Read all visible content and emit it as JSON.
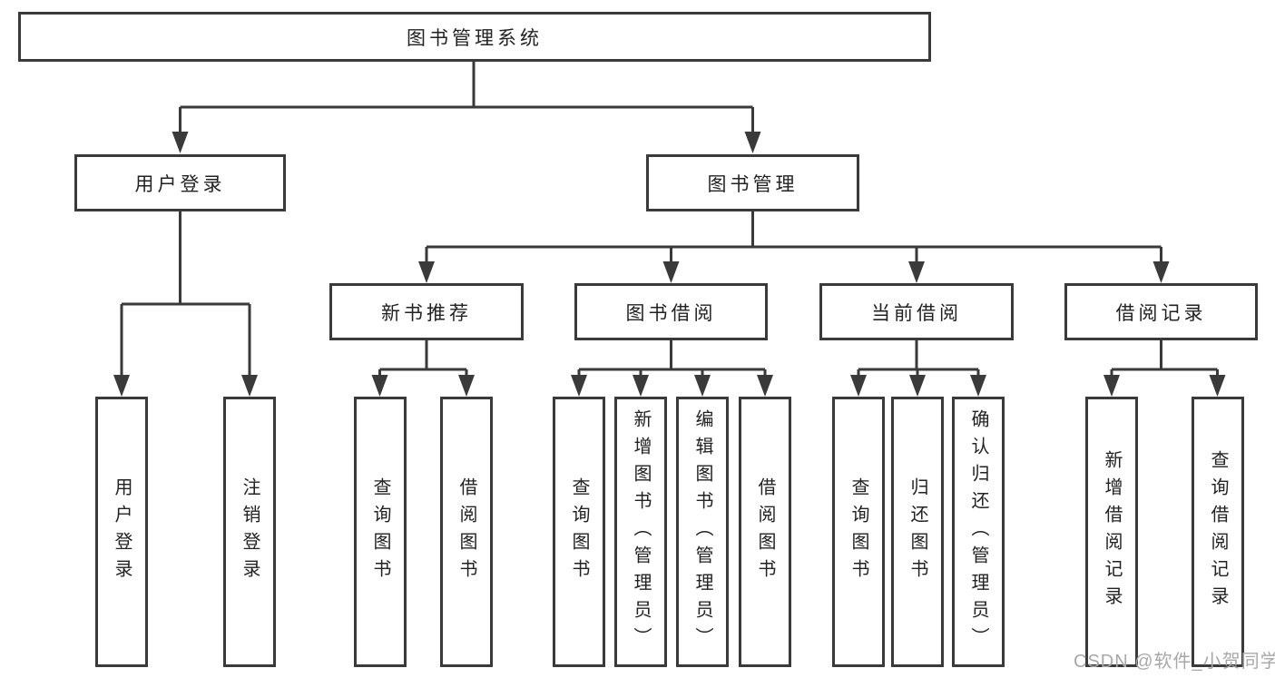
{
  "nodes": {
    "root": "图书管理系统",
    "l2": [
      "用户登录",
      "图书管理"
    ],
    "l3": [
      "新书推荐",
      "图书借阅",
      "当前借阅",
      "借阅记录"
    ],
    "leaves": [
      "用户登录",
      "注销登录",
      "查询图书",
      "借阅图书",
      "查询图书",
      "新增图书（管理员）",
      "编辑图书（管理员）",
      "借阅图书",
      "查询图书",
      "归还图书",
      "确认归还（管理员）",
      "新增借阅记录",
      "查询借阅记录"
    ]
  },
  "tree": {
    "图书管理系统": {
      "用户登录": [
        "用户登录",
        "注销登录"
      ],
      "图书管理": {
        "新书推荐": [
          "查询图书",
          "借阅图书"
        ],
        "图书借阅": [
          "查询图书",
          "新增图书（管理员）",
          "编辑图书（管理员）",
          "借阅图书"
        ],
        "当前借阅": [
          "查询图书",
          "归还图书",
          "确认归还（管理员）"
        ],
        "借阅记录": [
          "新增借阅记录",
          "查询借阅记录"
        ]
      }
    }
  },
  "watermark": {
    "text": "CSDN @软件_小贺同学",
    "color": "#a8a8a8"
  },
  "colors": {
    "background": "#ffffff",
    "line": "#3a3a3a",
    "box_border": "#3a3a3a",
    "text": "#222222"
  }
}
